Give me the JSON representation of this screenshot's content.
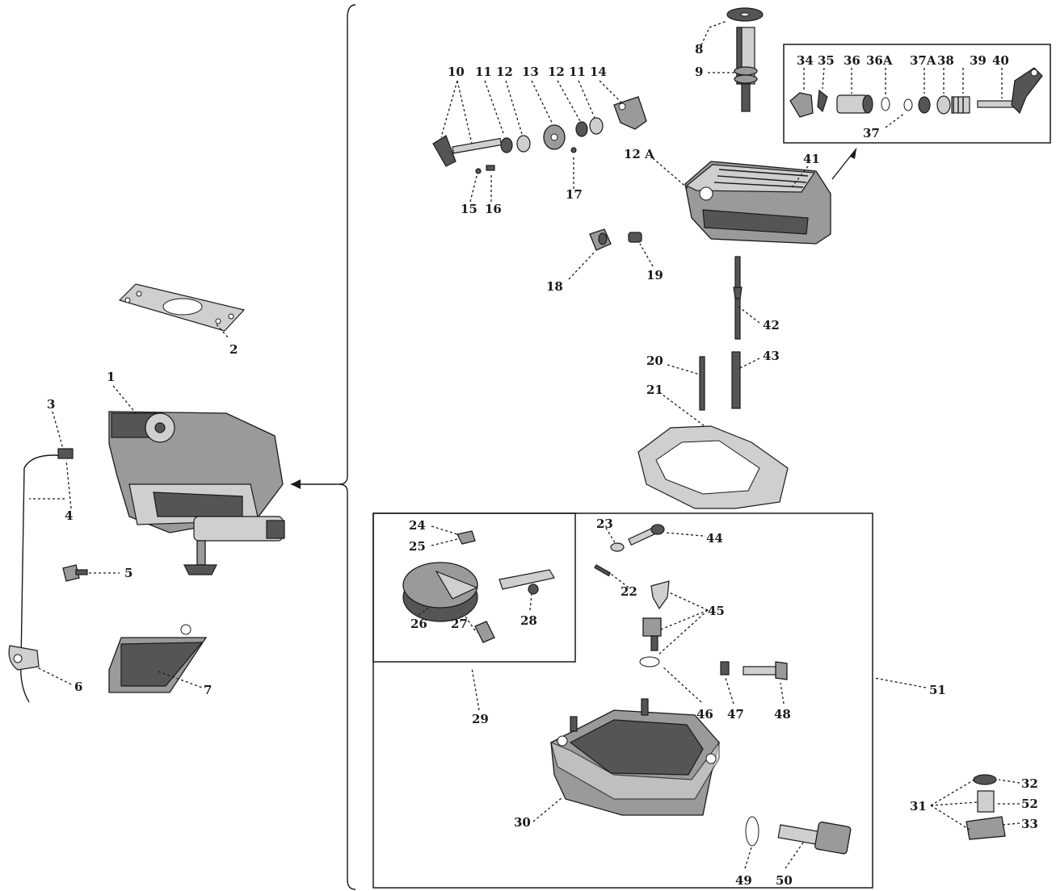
{
  "callouts": {
    "c1": "1",
    "c2": "2",
    "c3": "3",
    "c4": "4",
    "c5": "5",
    "c6": "6",
    "c7": "7",
    "c8": "8",
    "c9": "9",
    "c10": "10",
    "c11a": "11",
    "c12a": "12",
    "c13": "13",
    "c12b": "12",
    "c11b": "11",
    "c14": "14",
    "c12A": "12 A",
    "c15": "15",
    "c16": "16",
    "c17": "17",
    "c18": "18",
    "c19": "19",
    "c20": "20",
    "c21": "21",
    "c22": "22",
    "c23": "23",
    "c24": "24",
    "c25": "25",
    "c26": "26",
    "c27": "27",
    "c28": "28",
    "c29": "29",
    "c30": "30",
    "c31": "31",
    "c32": "32",
    "c33": "33",
    "c34": "34",
    "c35": "35",
    "c36": "36",
    "c36A": "36A",
    "c37": "37",
    "c37A": "37A",
    "c38": "38",
    "c39": "39",
    "c40": "40",
    "c41": "41",
    "c42": "42",
    "c43": "43",
    "c44": "44",
    "c45": "45",
    "c46": "46",
    "c47": "47",
    "c48": "48",
    "c49": "49",
    "c50": "50",
    "c51": "51",
    "c52": "52"
  }
}
